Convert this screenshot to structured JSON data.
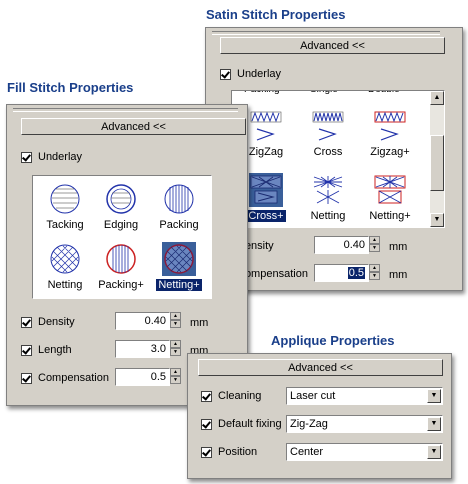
{
  "satin": {
    "title": "Satin Stitch Properties",
    "advanced_label": "Advanced <<",
    "underlay_label": "Underlay",
    "items": [
      {
        "label": "ZigZag",
        "icon": "zigzag-stitch-icon"
      },
      {
        "label": "Cross",
        "icon": "cross-stitch-icon"
      },
      {
        "label": "Zigzag+",
        "icon": "zigzag-plus-stitch-icon"
      },
      {
        "label": "Cross+",
        "icon": "cross-plus-stitch-icon",
        "selected": true
      },
      {
        "label": "Netting",
        "icon": "netting-stitch-icon"
      },
      {
        "label": "Netting+",
        "icon": "netting-plus-stitch-icon"
      }
    ],
    "density_label": "Density",
    "density_value": "0.40",
    "compensation_label": "Compensation",
    "compensation_value": "0.5",
    "unit": "mm"
  },
  "fill": {
    "title": "Fill Stitch Properties",
    "advanced_label": "Advanced <<",
    "underlay_label": "Underlay",
    "items": [
      {
        "label": "Tacking",
        "icon": "tacking-fill-icon"
      },
      {
        "label": "Edging",
        "icon": "edging-fill-icon"
      },
      {
        "label": "Packing",
        "icon": "packing-fill-icon"
      },
      {
        "label": "Netting",
        "icon": "netting-fill-icon"
      },
      {
        "label": "Packing+",
        "icon": "packing-plus-fill-icon"
      },
      {
        "label": "Netting+",
        "icon": "netting-plus-fill-icon",
        "selected": true
      }
    ],
    "density_label": "Density",
    "density_value": "0.40",
    "length_label": "Length",
    "length_value": "3.0",
    "compensation_label": "Compensation",
    "compensation_value": "0.5",
    "unit": "mm"
  },
  "applique": {
    "title": "Applique Properties",
    "advanced_label": "Advanced <<",
    "cleaning_label": "Cleaning",
    "cleaning_value": "Laser cut",
    "fixing_label": "Default fixing",
    "fixing_value": "Zig-Zag",
    "position_label": "Position",
    "position_value": "Center"
  },
  "colors": {
    "panel": "#d4d0c8",
    "heading": "#1a3f8a",
    "selection": "#0a246a"
  }
}
